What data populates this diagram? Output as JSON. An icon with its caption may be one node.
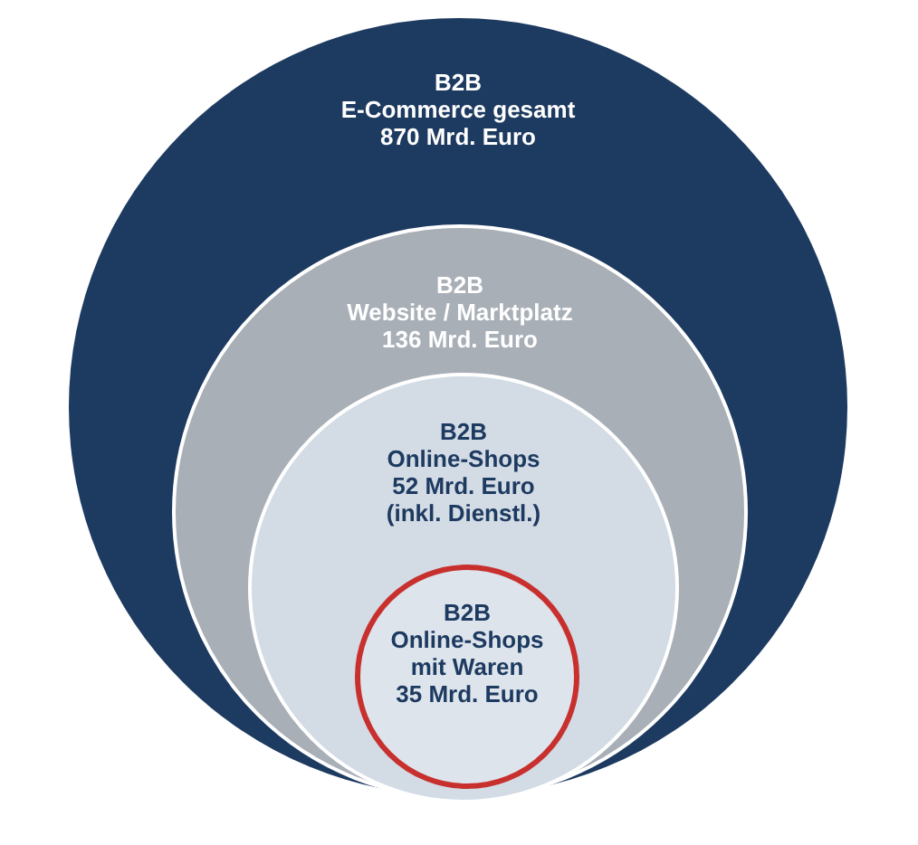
{
  "diagram": {
    "nodes": [
      {
        "text": [
          "B2B",
          "E-Commerce gesamt",
          "870 Mrd. Euro"
        ]
      },
      {
        "text": [
          "B2B",
          "Website / Marktplatz",
          "136 Mrd. Euro"
        ],
        "in": 0
      },
      {
        "text": [
          "B2B",
          "Online-Shops",
          "52 Mrd. Euro",
          "(inkl. Dienstl.)"
        ],
        "in": 1
      },
      {
        "text": [
          "B2B",
          "Online-Shops mit Waren",
          "35 Mrd. Euro"
        ],
        "in": 2
      }
    ]
  }
}
